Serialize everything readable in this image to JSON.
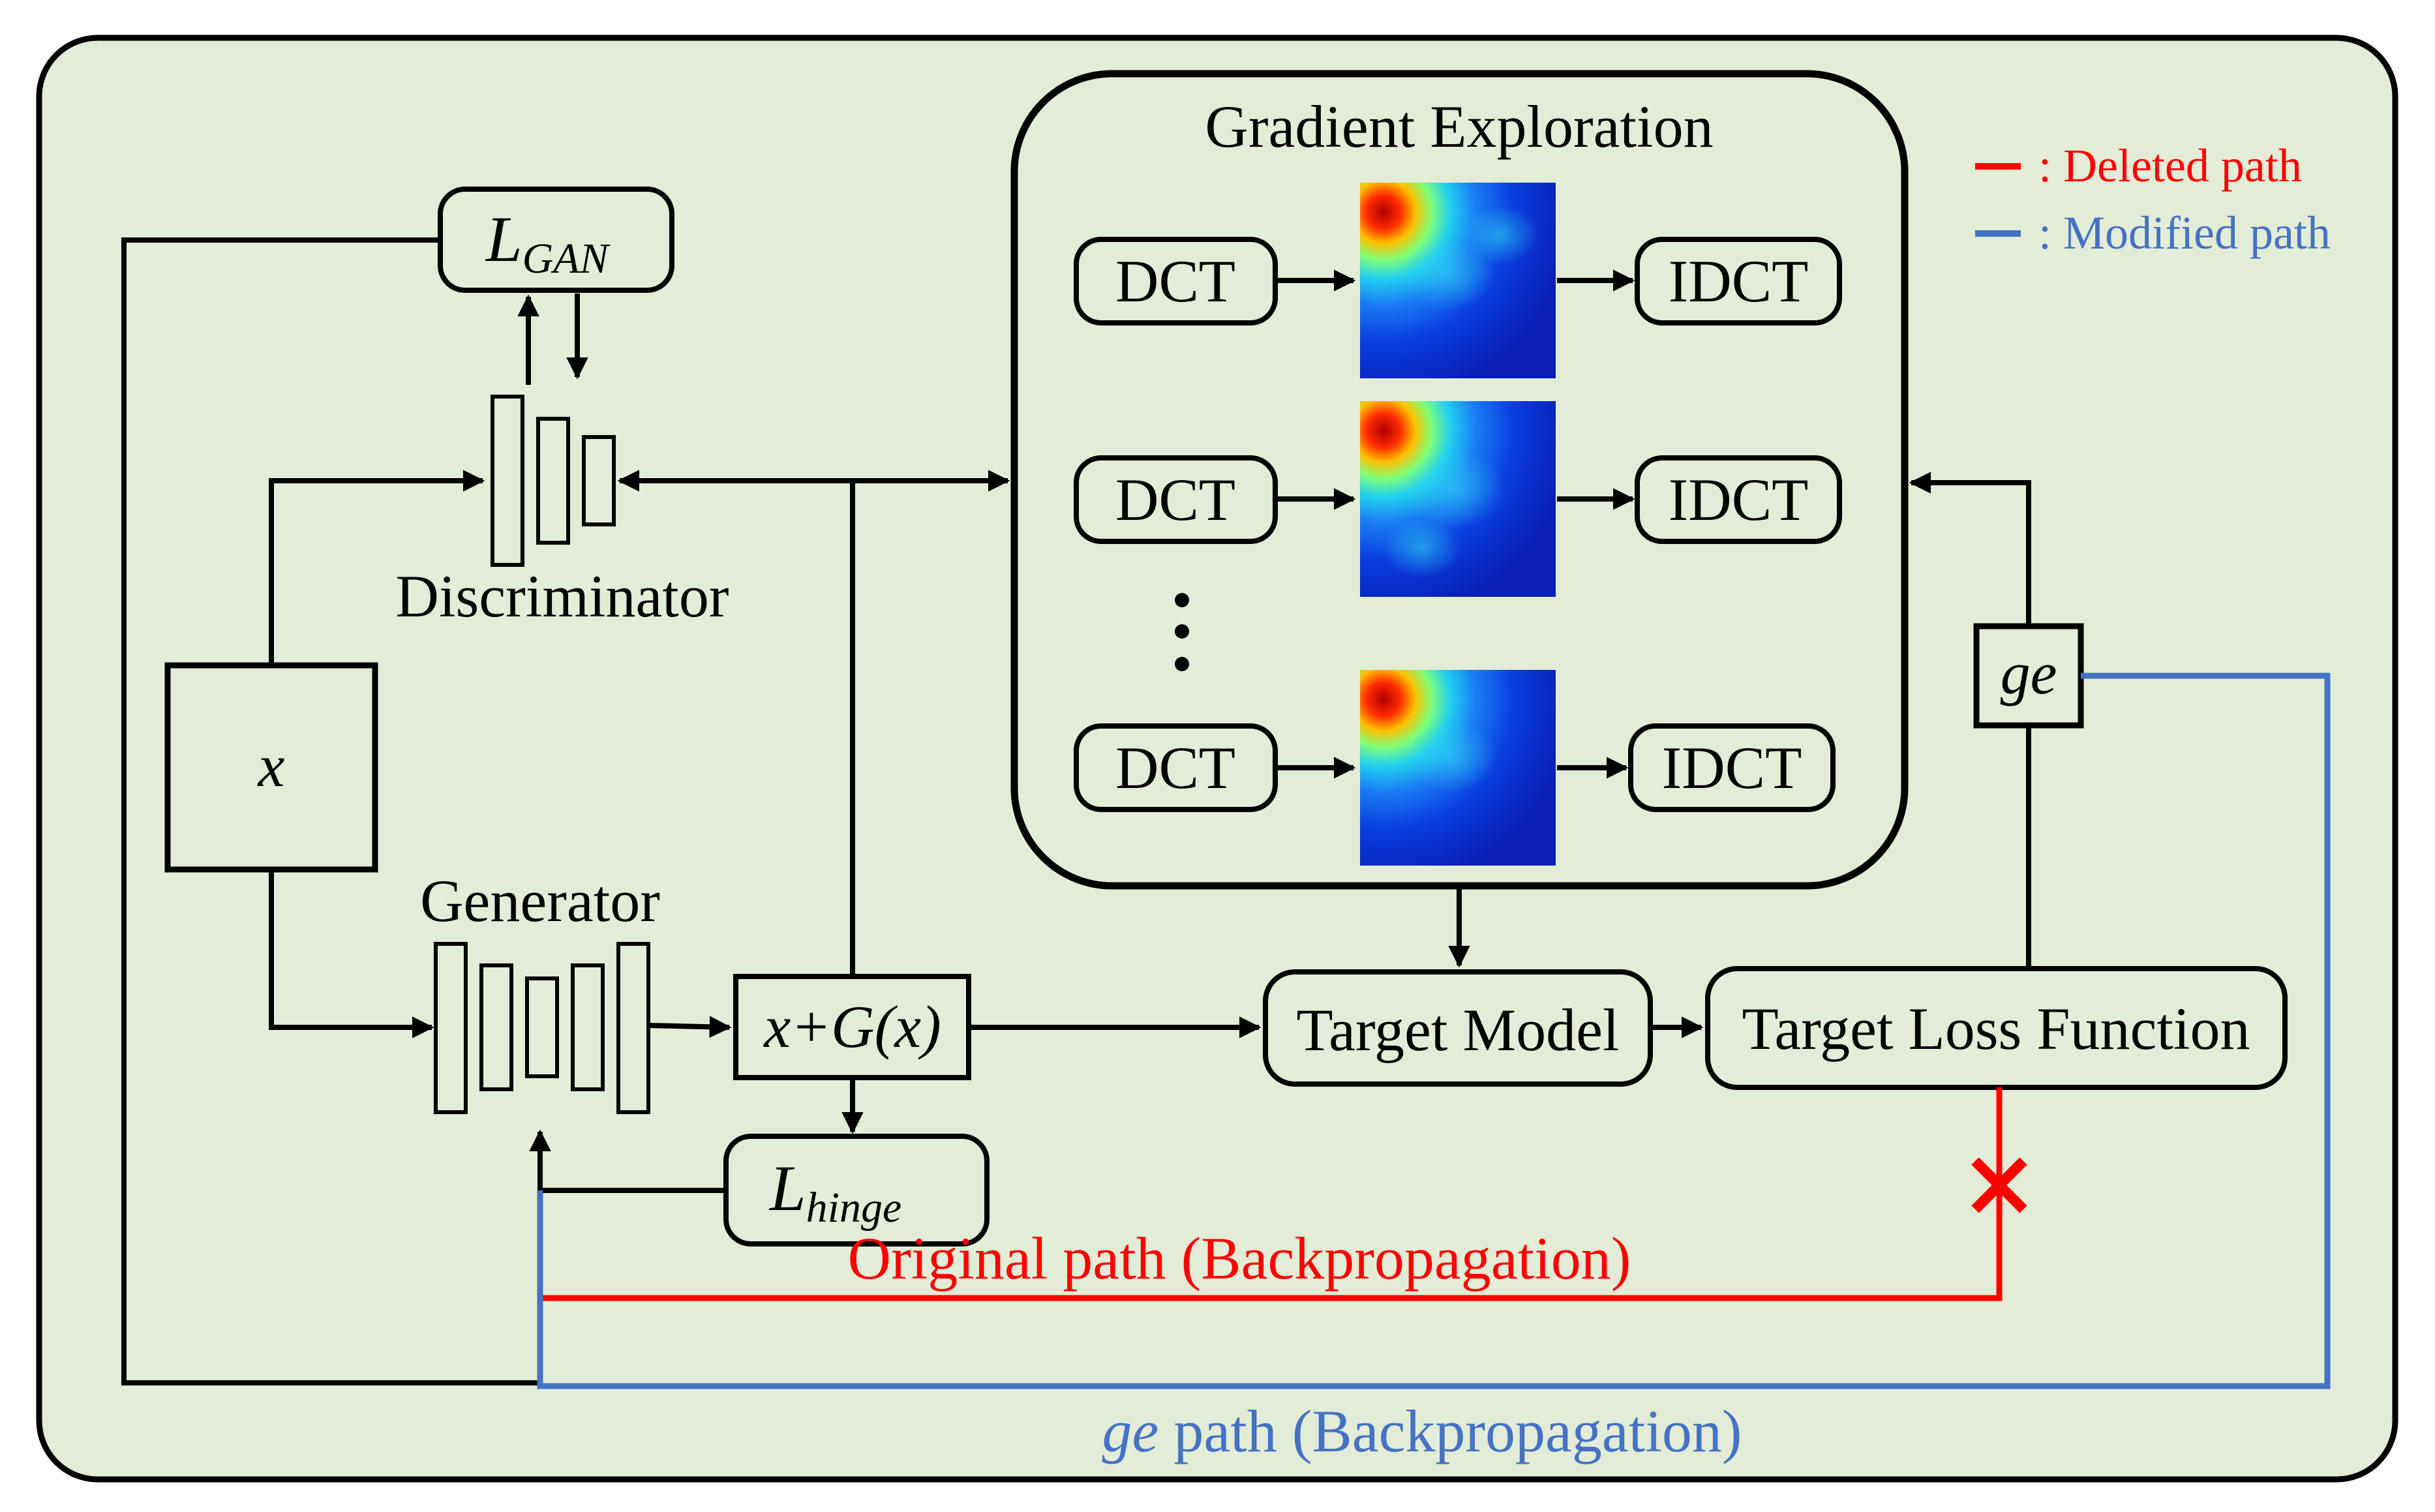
{
  "colors": {
    "background_panel": "#e2ecd6",
    "black": "#000000",
    "deleted_red": "#ff0000",
    "modified_blue": "#4472c4"
  },
  "legend": {
    "deleted_label": ": Deleted path",
    "modified_label": ": Modified path"
  },
  "gradient_exploration": {
    "title": "Gradient Exploration",
    "rows": [
      {
        "left": "DCT",
        "right": "IDCT"
      },
      {
        "left": "DCT",
        "right": "IDCT"
      },
      {
        "left": "DCT",
        "right": "IDCT"
      }
    ]
  },
  "nodes": {
    "x": "x",
    "discriminator": "Discriminator",
    "generator": "Generator",
    "l_gan_main": "L",
    "l_gan_sub": "GAN",
    "l_hinge_main": "L",
    "l_hinge_sub": "hinge",
    "xg": "x+G(x)",
    "target_model": "Target Model",
    "target_loss": "Target Loss Function",
    "ge": "ge"
  },
  "paths": {
    "original_label": "Original path (Backpropagation)",
    "ge_path_italic": "ge",
    "ge_path_rest": " path (Backpropagation)"
  },
  "icons": {
    "deleted_marker": "x-mark-icon",
    "heatmap": "heatmap-image"
  }
}
